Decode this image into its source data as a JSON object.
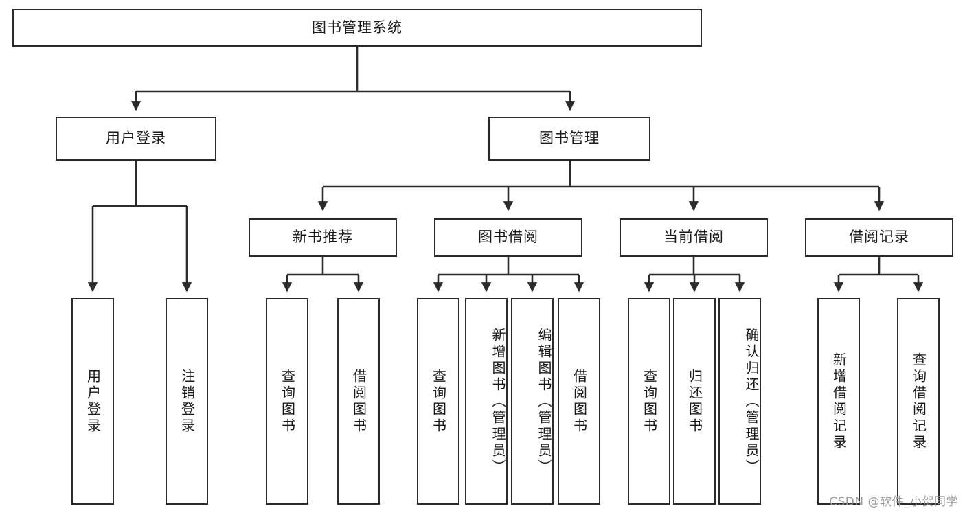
{
  "diagram": {
    "type": "tree",
    "title": "图书管理系统",
    "watermark": "CSDN @软件_小贺同学",
    "colors": {
      "stroke": "#2b2b2b",
      "fill": "#ffffff",
      "text": "#1a1a1a",
      "watermark": "#9b9b9b"
    },
    "nodes": {
      "root": {
        "label": "图书管理系统"
      },
      "level2": [
        {
          "label": "用户登录"
        },
        {
          "label": "图书管理"
        }
      ],
      "level3": [
        {
          "label": "新书推荐"
        },
        {
          "label": "图书借阅"
        },
        {
          "label": "当前借阅"
        },
        {
          "label": "借阅记录"
        }
      ],
      "leaves_user_login": [
        {
          "label": "用户登录"
        },
        {
          "label": "注销登录"
        }
      ],
      "leaves_new_book": [
        {
          "label": "查询图书"
        },
        {
          "label": "借阅图书"
        }
      ],
      "leaves_borrow": [
        {
          "label": "查询图书"
        },
        {
          "label": "新增图书（管理员）"
        },
        {
          "label": "编辑图书（管理员）"
        },
        {
          "label": "借阅图书"
        }
      ],
      "leaves_current": [
        {
          "label": "查询图书"
        },
        {
          "label": "归还图书"
        },
        {
          "label": "确认归还（管理员）"
        }
      ],
      "leaves_record": [
        {
          "label": "新增借阅记录"
        },
        {
          "label": "查询借阅记录"
        }
      ]
    }
  }
}
